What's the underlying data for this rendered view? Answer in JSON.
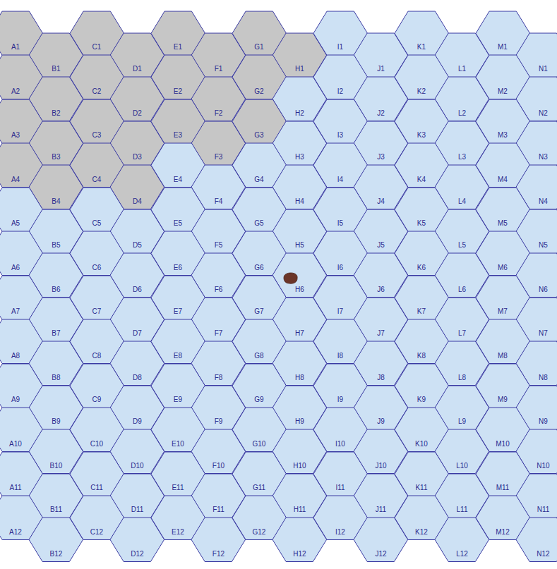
{
  "diagram": {
    "nodes": [
      {
        "text": [
          "A1"
        ]
      },
      {
        "text": [
          "B1"
        ]
      },
      {
        "text": [
          "C1"
        ]
      },
      {
        "text": [
          "D1"
        ]
      },
      {
        "text": [
          "E1"
        ]
      },
      {
        "text": [
          "F1"
        ]
      },
      {
        "text": [
          "G1"
        ]
      },
      {
        "text": [
          "H1"
        ]
      },
      {
        "text": [
          "I1"
        ]
      },
      {
        "text": [
          "J1"
        ]
      },
      {
        "text": [
          "K1"
        ]
      },
      {
        "text": [
          "L1"
        ]
      },
      {
        "text": [
          "M1"
        ]
      },
      {
        "text": [
          "N1"
        ]
      },
      {
        "text": [
          "A2"
        ]
      },
      {
        "text": [
          "B2"
        ]
      },
      {
        "text": [
          "C2"
        ]
      },
      {
        "text": [
          "D2"
        ]
      },
      {
        "text": [
          "E2"
        ]
      },
      {
        "text": [
          "F2"
        ]
      },
      {
        "text": [
          "G2"
        ]
      },
      {
        "text": [
          "H2"
        ]
      },
      {
        "text": [
          "I2"
        ]
      },
      {
        "text": [
          "J2"
        ]
      },
      {
        "text": [
          "K2"
        ]
      },
      {
        "text": [
          "L2"
        ]
      },
      {
        "text": [
          "M2"
        ]
      },
      {
        "text": [
          "N2"
        ]
      },
      {
        "text": [
          "A3"
        ]
      },
      {
        "text": [
          "B3"
        ]
      },
      {
        "text": [
          "C3"
        ]
      },
      {
        "text": [
          "D3"
        ]
      },
      {
        "text": [
          "E3"
        ]
      },
      {
        "text": [
          "F3"
        ]
      },
      {
        "text": [
          "G3"
        ]
      },
      {
        "text": [
          "H3"
        ]
      },
      {
        "text": [
          "I3"
        ]
      },
      {
        "text": [
          "J3"
        ]
      },
      {
        "text": [
          "K3"
        ]
      },
      {
        "text": [
          "L3"
        ]
      },
      {
        "text": [
          "M3"
        ]
      },
      {
        "text": [
          "N3"
        ]
      },
      {
        "text": [
          "A4"
        ]
      },
      {
        "text": [
          "B4"
        ]
      },
      {
        "text": [
          "C4"
        ]
      },
      {
        "text": [
          "D4"
        ]
      },
      {
        "text": [
          "E4"
        ]
      },
      {
        "text": [
          "F4"
        ]
      },
      {
        "text": [
          "G4"
        ]
      },
      {
        "text": [
          "H4"
        ]
      },
      {
        "text": [
          "I4"
        ]
      },
      {
        "text": [
          "J4"
        ]
      },
      {
        "text": [
          "K4"
        ]
      },
      {
        "text": [
          "L4"
        ]
      },
      {
        "text": [
          "M4"
        ]
      },
      {
        "text": [
          "N4"
        ]
      },
      {
        "text": [
          "A5"
        ]
      },
      {
        "text": [
          "B5"
        ]
      },
      {
        "text": [
          "C5"
        ]
      },
      {
        "text": [
          "D5"
        ]
      },
      {
        "text": [
          "E5"
        ]
      },
      {
        "text": [
          "F5"
        ]
      },
      {
        "text": [
          "G5"
        ]
      },
      {
        "text": [
          "H5"
        ]
      },
      {
        "text": [
          "I5"
        ]
      },
      {
        "text": [
          "J5"
        ]
      },
      {
        "text": [
          "K5"
        ]
      },
      {
        "text": [
          "L5"
        ]
      },
      {
        "text": [
          "M5"
        ]
      },
      {
        "text": [
          "N5"
        ]
      },
      {
        "text": [
          "A6"
        ]
      },
      {
        "text": [
          "B6"
        ]
      },
      {
        "text": [
          "C6"
        ]
      },
      {
        "text": [
          "D6"
        ]
      },
      {
        "text": [
          "E6"
        ]
      },
      {
        "text": [
          "F6"
        ]
      },
      {
        "text": [
          "G6"
        ]
      },
      {
        "text": [
          "H6"
        ]
      },
      {
        "text": [
          "I6"
        ]
      },
      {
        "text": [
          "J6"
        ]
      },
      {
        "text": [
          "K6"
        ]
      },
      {
        "text": [
          "L6"
        ]
      },
      {
        "text": [
          "M6"
        ]
      },
      {
        "text": [
          "N6"
        ]
      },
      {
        "text": [
          "A7"
        ]
      },
      {
        "text": [
          "B7"
        ]
      },
      {
        "text": [
          "C7"
        ]
      },
      {
        "text": [
          "D7"
        ]
      },
      {
        "text": [
          "E7"
        ]
      },
      {
        "text": [
          "F7"
        ]
      },
      {
        "text": [
          "G7"
        ]
      },
      {
        "text": [
          "H7"
        ]
      },
      {
        "text": [
          "I7"
        ]
      },
      {
        "text": [
          "J7"
        ]
      },
      {
        "text": [
          "K7"
        ]
      },
      {
        "text": [
          "L7"
        ]
      },
      {
        "text": [
          "M7"
        ]
      },
      {
        "text": [
          "N7"
        ]
      },
      {
        "text": [
          "A8"
        ]
      },
      {
        "text": [
          "B8"
        ]
      },
      {
        "text": [
          "C8"
        ]
      },
      {
        "text": [
          "D8"
        ]
      },
      {
        "text": [
          "E8"
        ]
      },
      {
        "text": [
          "F8"
        ]
      },
      {
        "text": [
          "G8"
        ]
      },
      {
        "text": [
          "H8"
        ]
      },
      {
        "text": [
          "I8"
        ]
      },
      {
        "text": [
          "J8"
        ]
      },
      {
        "text": [
          "K8"
        ]
      },
      {
        "text": [
          "L8"
        ]
      },
      {
        "text": [
          "M8"
        ]
      },
      {
        "text": [
          "N8"
        ]
      },
      {
        "text": [
          "A9"
        ]
      },
      {
        "text": [
          "B9"
        ]
      },
      {
        "text": [
          "C9"
        ]
      },
      {
        "text": [
          "D9"
        ]
      },
      {
        "text": [
          "E9"
        ]
      },
      {
        "text": [
          "F9"
        ]
      },
      {
        "text": [
          "G9"
        ]
      },
      {
        "text": [
          "H9"
        ]
      },
      {
        "text": [
          "I9"
        ]
      },
      {
        "text": [
          "J9"
        ]
      },
      {
        "text": [
          "K9"
        ]
      },
      {
        "text": [
          "L9"
        ]
      },
      {
        "text": [
          "M9"
        ]
      },
      {
        "text": [
          "N9"
        ]
      },
      {
        "text": [
          "A10"
        ]
      },
      {
        "text": [
          "B10"
        ]
      },
      {
        "text": [
          "C10"
        ]
      },
      {
        "text": [
          "D10"
        ]
      },
      {
        "text": [
          "E10"
        ]
      },
      {
        "text": [
          "F10"
        ]
      },
      {
        "text": [
          "G10"
        ]
      },
      {
        "text": [
          "H10"
        ]
      },
      {
        "text": [
          "I10"
        ]
      },
      {
        "text": [
          "J10"
        ]
      },
      {
        "text": [
          "K10"
        ]
      },
      {
        "text": [
          "L10"
        ]
      },
      {
        "text": [
          "M10"
        ]
      },
      {
        "text": [
          "N10"
        ]
      },
      {
        "text": [
          "A11"
        ]
      },
      {
        "text": [
          "B11"
        ]
      },
      {
        "text": [
          "C11"
        ]
      },
      {
        "text": [
          "D11"
        ]
      },
      {
        "text": [
          "E11"
        ]
      },
      {
        "text": [
          "F11"
        ]
      },
      {
        "text": [
          "G11"
        ]
      },
      {
        "text": [
          "H11"
        ]
      },
      {
        "text": [
          "I11"
        ]
      },
      {
        "text": [
          "J11"
        ]
      },
      {
        "text": [
          "K11"
        ]
      },
      {
        "text": [
          "L11"
        ]
      },
      {
        "text": [
          "M11"
        ]
      },
      {
        "text": [
          "N11"
        ]
      },
      {
        "text": [
          "A12"
        ]
      },
      {
        "text": [
          "B12"
        ]
      },
      {
        "text": [
          "C12"
        ]
      },
      {
        "text": [
          "D12"
        ]
      },
      {
        "text": [
          "E12"
        ]
      },
      {
        "text": [
          "F12"
        ]
      },
      {
        "text": [
          "G12"
        ]
      },
      {
        "text": [
          "H12"
        ]
      },
      {
        "text": [
          "I12"
        ]
      },
      {
        "text": [
          "J12"
        ]
      },
      {
        "text": [
          "K12"
        ]
      },
      {
        "text": [
          "L12"
        ]
      },
      {
        "text": [
          "M12"
        ]
      },
      {
        "text": [
          "N12"
        ]
      }
    ]
  }
}
